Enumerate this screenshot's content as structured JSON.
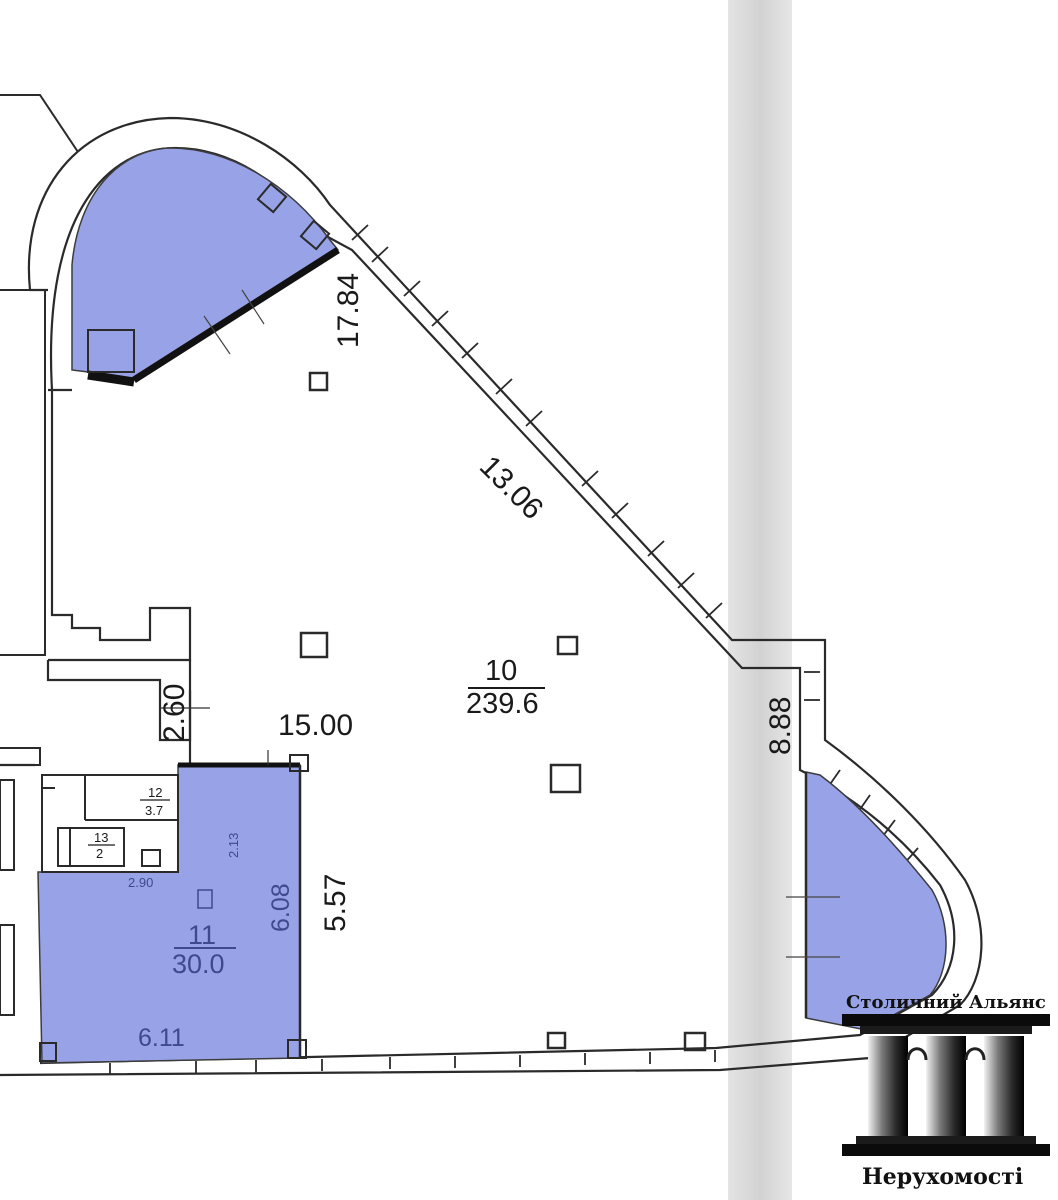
{
  "rooms": {
    "main": {
      "number": "10",
      "area": "239.6"
    },
    "office": {
      "number": "11",
      "area": "30.0"
    },
    "room12": {
      "number": "12",
      "area": "3.7"
    },
    "room13": {
      "number": "13",
      "area": "2"
    }
  },
  "dimensions": {
    "balcony_top": "17.84",
    "diagonal_wall": "13.06",
    "right_wall": "8.88",
    "partition_top": "15.00",
    "partition_left": "2.60",
    "partition_vertical": "5.57",
    "office_height": "6.08",
    "office_width": "6.11",
    "office_small_v": "2.13",
    "office_small_h": "2.90"
  },
  "colors": {
    "highlight": "#97a3e6",
    "wall": "#2a2a2a",
    "column_strip": "#dcdcdc"
  },
  "logo": {
    "top_text": "Столичний Альянс",
    "bottom_text": "Нерухомості"
  }
}
